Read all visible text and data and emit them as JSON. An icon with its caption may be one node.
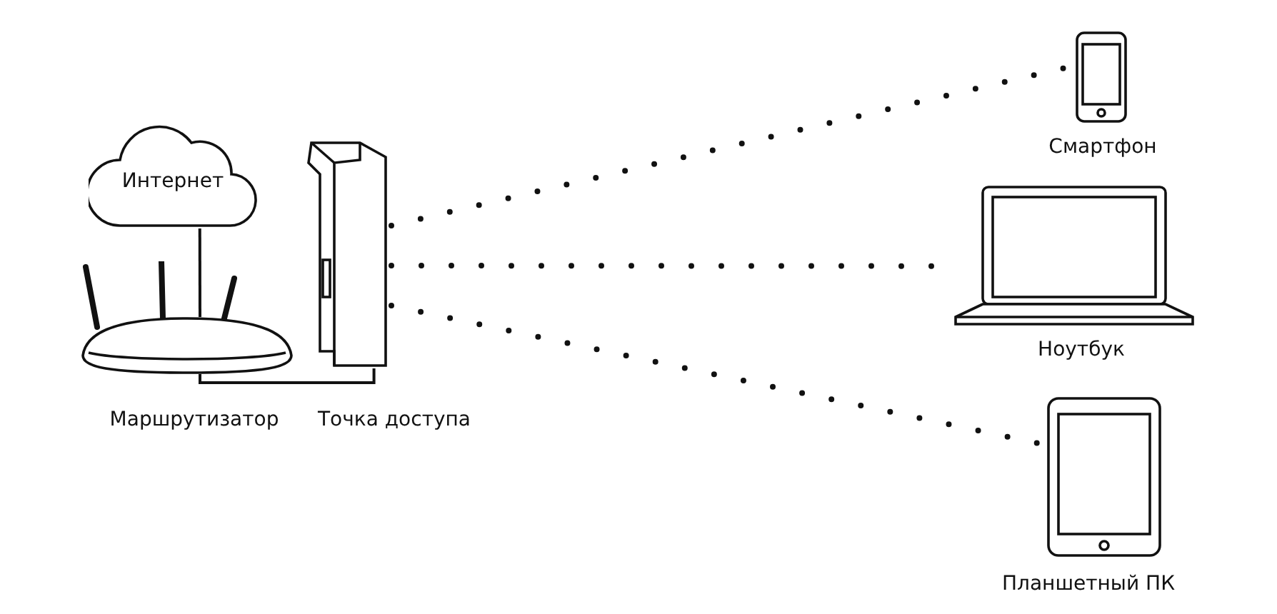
{
  "diagram": {
    "nodes": [
      {
        "text": [
          "Интернет"
        ]
      },
      {
        "text": [],
        "shape": "picture",
        "beside": [
          "Маршрутизатор"
        ]
      },
      {
        "text": [],
        "shape": "picture",
        "beside": [
          "Точка доступа"
        ]
      },
      {
        "text": [],
        "shape": "picture",
        "beside": [
          "Смартфон"
        ]
      },
      {
        "text": [],
        "shape": "picture",
        "beside": [
          "Ноутбук"
        ]
      },
      {
        "text": [],
        "shape": "picture",
        "beside": [
          "Планшетный ПК"
        ]
      }
    ],
    "edges": [
      {
        "from": 0,
        "to": 1,
        "arrow": "none"
      },
      {
        "from": 1,
        "to": 2,
        "arrow": "none"
      },
      {
        "from": 2,
        "to": 3,
        "arrow": "none",
        "style": "dashed"
      },
      {
        "from": 2,
        "to": 4,
        "arrow": "none",
        "style": "dashed"
      },
      {
        "from": 2,
        "to": 5,
        "arrow": "none",
        "style": "dashed"
      }
    ]
  }
}
